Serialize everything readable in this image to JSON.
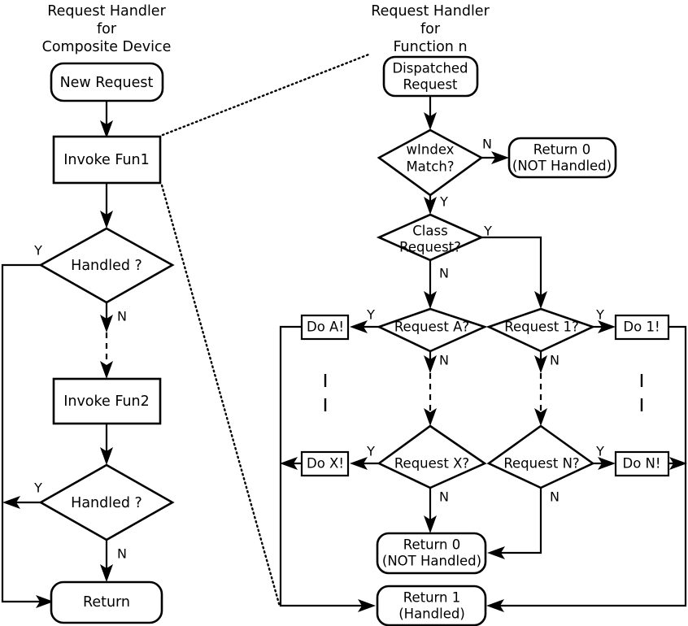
{
  "diagram": {
    "title_left": {
      "line1": "Request Handler",
      "line2": "for",
      "line3": "Composite Device"
    },
    "title_right": {
      "line1": "Request Handler",
      "line2": "for",
      "line3": "Function n"
    }
  },
  "left_panel": {
    "nodes": {
      "new_request": "New Request",
      "invoke_fun1": "Invoke Fun1",
      "handled1": "Handled ?",
      "invoke_fun2": "Invoke Fun2",
      "handled2": "Handled ?",
      "return": "Return"
    },
    "edge_labels": {
      "handled1_yes": "Y",
      "handled1_no": "N",
      "handled2_yes": "Y",
      "handled2_no": "N"
    }
  },
  "right_panel": {
    "nodes": {
      "dispatched_request_l1": "Dispatched",
      "dispatched_request_l2": "Request",
      "windex_match_l1": "wIndex",
      "windex_match_l2": "Match?",
      "return0_top_l1": "Return 0",
      "return0_top_l2": "(NOT Handled)",
      "class_request_l1": "Class",
      "class_request_l2": "Request?",
      "request_a": "Request A?",
      "request_1": "Request 1?",
      "request_x": "Request X?",
      "request_n": "Request N?",
      "do_a": "Do A!",
      "do_1": "Do 1!",
      "do_x": "Do X!",
      "do_n": "Do N!",
      "return0_bottom_l1": "Return 0",
      "return0_bottom_l2": "(NOT Handled)",
      "return1_l1": "Return 1",
      "return1_l2": "(Handled)"
    },
    "edge_labels": {
      "windex_no": "N",
      "windex_yes": "Y",
      "class_yes": "Y",
      "class_no": "N",
      "request_a_yes": "Y",
      "request_a_no": "N",
      "request_1_yes": "Y",
      "request_1_no": "N",
      "request_x_yes": "Y",
      "request_x_no": "N",
      "request_n_yes": "Y",
      "request_n_no": "N"
    }
  },
  "colors": {
    "stroke": "#000000",
    "fill": "#ffffff"
  }
}
